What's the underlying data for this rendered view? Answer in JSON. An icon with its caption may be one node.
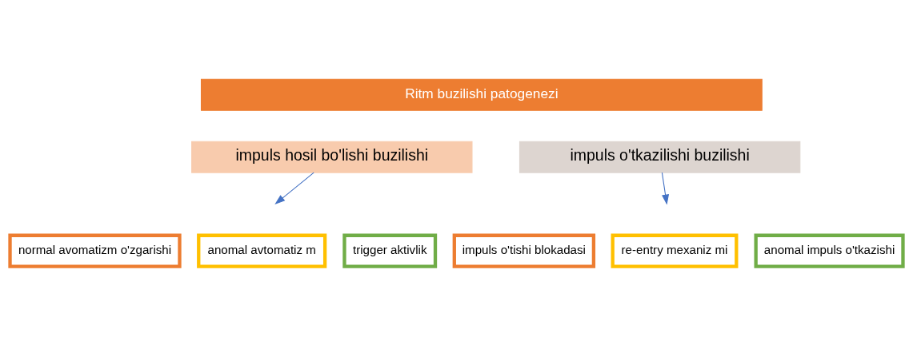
{
  "diagram": {
    "nodes": [
      {
        "text": [
          "Ritm buzilishi patogenezi"
        ]
      },
      {
        "text": [
          "impuls hosil bo'lishi buzilishi"
        ]
      },
      {
        "text": [
          "impuls o'tkazilishi buzilishi"
        ]
      },
      {
        "text": [
          "normal avomatizm o'zgarishi"
        ]
      },
      {
        "text": [
          "anomal avtomatiz m"
        ]
      },
      {
        "text": [
          "trigger aktivlik"
        ]
      },
      {
        "text": [
          "impuls o'tishi blokadasi"
        ]
      },
      {
        "text": [
          "re-entry mexaniz mi"
        ]
      },
      {
        "text": [
          "anomal impuls o'tkazishi"
        ]
      }
    ],
    "edges": [
      {
        "from": 1,
        "to": null,
        "arrow": "to"
      },
      {
        "from": 2,
        "to": null,
        "arrow": "to"
      }
    ]
  }
}
